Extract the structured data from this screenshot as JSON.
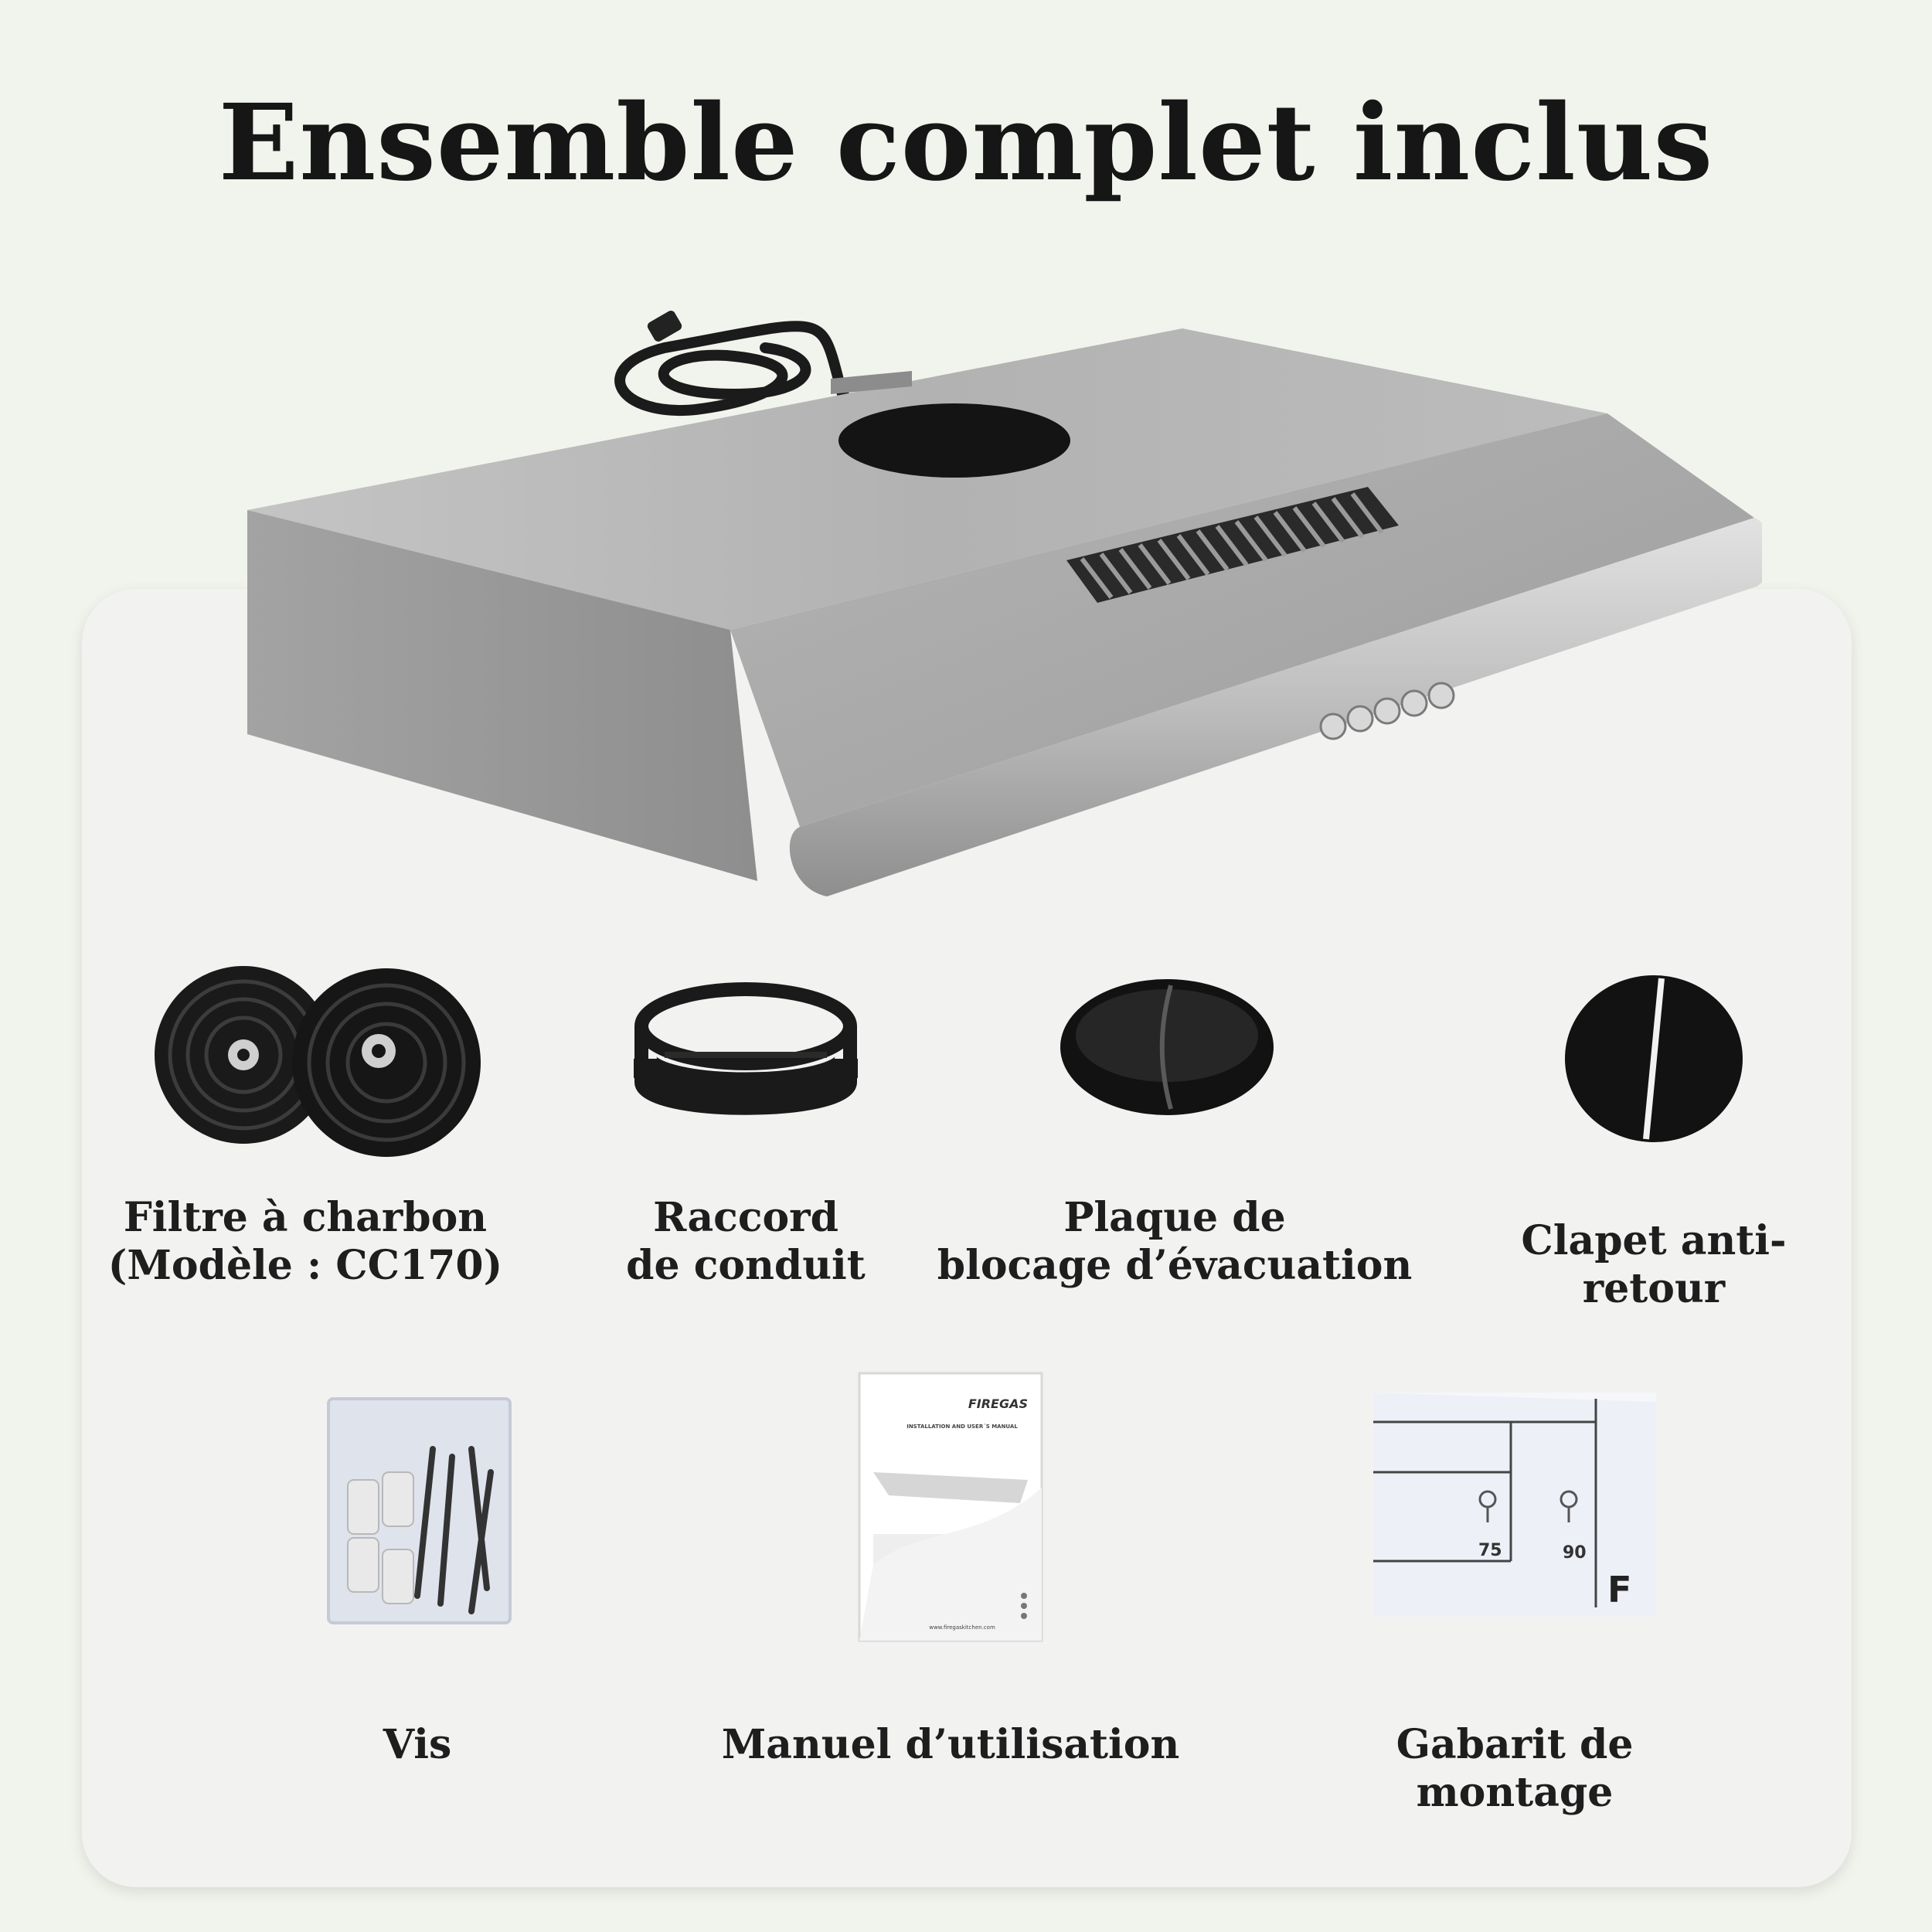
{
  "page": {
    "title": "Ensemble complet inclus"
  },
  "items": [
    {
      "id": "charcoal-filter",
      "lines": [
        "Filtre à charbon",
        "(Modèle : CC170)"
      ]
    },
    {
      "id": "duct-connector",
      "lines": [
        "Raccord",
        "de conduit"
      ]
    },
    {
      "id": "exhaust-block-plate",
      "lines": [
        "Plaque de",
        "blocage d’évacuation"
      ]
    },
    {
      "id": "check-valve",
      "lines": [
        "Clapet anti-retour"
      ]
    },
    {
      "id": "screws",
      "lines": [
        "Vis"
      ]
    },
    {
      "id": "user-manual",
      "lines": [
        "Manuel d’utilisation"
      ]
    },
    {
      "id": "mounting-template",
      "lines": [
        "Gabarit de montage"
      ]
    }
  ],
  "manual": {
    "brand": "FIREGAS",
    "subtitle": "INSTALLATION AND USER´S MANUAL",
    "website": "www.firegaskitchen.com"
  },
  "template": {
    "mark_a": "75",
    "mark_b": "90",
    "letter": "F"
  },
  "colors": {
    "background": "#f1f4ec",
    "card": "#f2f2f1",
    "text": "#1c1c1c",
    "steel": "#a9a9a9"
  }
}
